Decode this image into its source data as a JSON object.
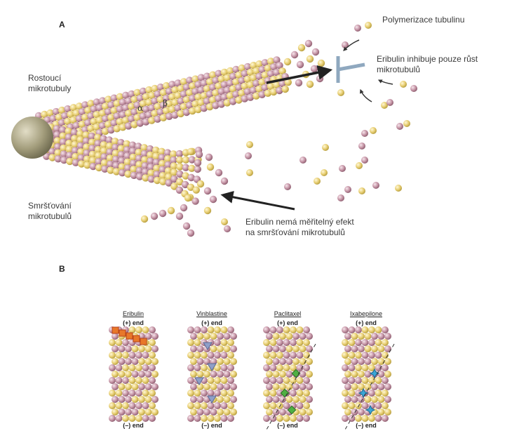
{
  "panels": {
    "a": "A",
    "b": "B"
  },
  "labels": {
    "growing": "Rostoucí\nmikrotubuly",
    "shrinking": "Smršťování\nmikrotubulů",
    "polymerization": "Polymerizace tubulinu",
    "inhibits": "Eribulin inhibuje pouze růst\nmikrotubulů",
    "no_effect": "Eribulin nemá měřitelný efekt\nna smršťování mikrotubulů",
    "alpha": "α",
    "beta": "β"
  },
  "drugs": [
    {
      "name": "Eribulin",
      "plus": "(+) end",
      "minus": "(–) end",
      "marker": "square",
      "color": "#e8782a"
    },
    {
      "name": "Vinblastine",
      "plus": "(+) end",
      "minus": "(–) end",
      "marker": "triangle",
      "color": "#8f9fc8"
    },
    {
      "name": "Paclitaxel",
      "plus": "(+) end",
      "minus": "(–) end",
      "marker": "diamond",
      "color": "#4fb043"
    },
    {
      "name": "Ixabepilone",
      "plus": "(+) end",
      "minus": "(–) end",
      "marker": "star",
      "color": "#3aa6d6"
    }
  ],
  "colors": {
    "pink": "#c89aaa",
    "yellow": "#e9d27a",
    "sphere": "#a8a383",
    "cap": "#8fa8bf"
  }
}
